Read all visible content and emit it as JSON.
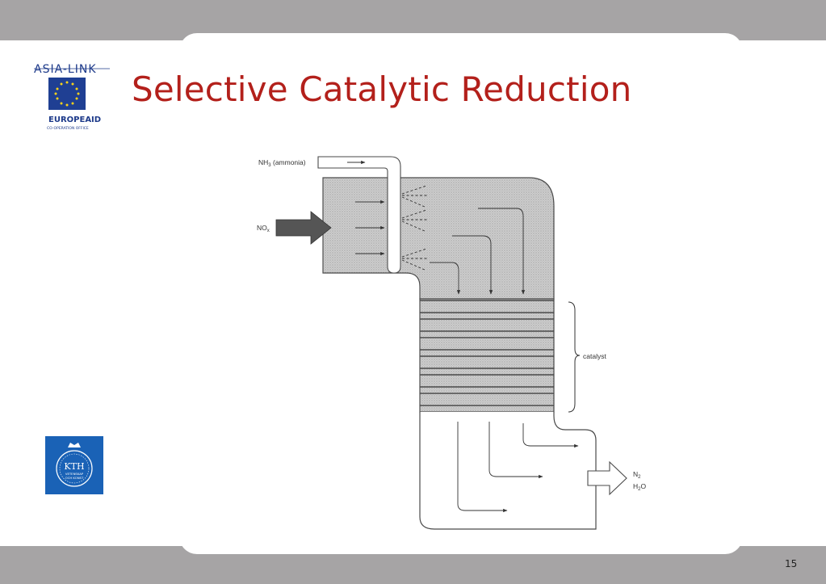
{
  "slide": {
    "title": "Selective Catalytic Reduction",
    "page_number": "15"
  },
  "logos": {
    "asia_link": {
      "name": "ASIA-LINK",
      "line1": "EUROPEAID",
      "line2": "CO-OPERATION OFFICE"
    },
    "kth": {
      "name": "KTH",
      "motto_line1": "VETENSKAP",
      "motto_line2": "OCH KONST"
    }
  },
  "diagram": {
    "labels": {
      "nh3_main": "NH",
      "nh3_sub": "3",
      "nh3_tail": " (ammonia)",
      "nox_main": "NO",
      "nox_sub": "x",
      "catalyst": "catalyst",
      "n2_main": "N",
      "n2_sub": "2",
      "h2o_main": "H",
      "h2o_sub": "2",
      "h2o_tail": "O"
    },
    "colors": {
      "stipple_fill": "#c9c9c9",
      "outline": "#4a4a4a",
      "inlet_arrow": "#555555"
    }
  }
}
